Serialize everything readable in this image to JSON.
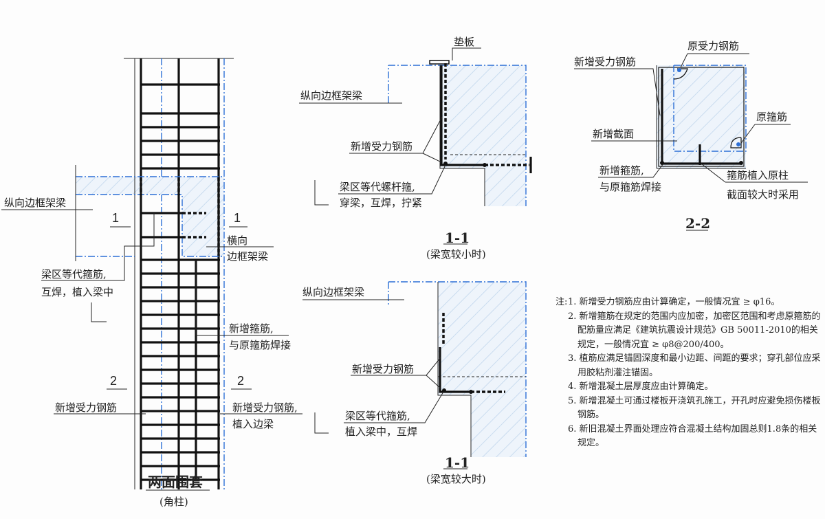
{
  "left_view": {
    "title": "两面围套",
    "subtitle": "(角柱)",
    "labels": {
      "longitudinal_beam": "纵向边框架梁",
      "transverse_beam_1": "横向",
      "transverse_beam_2": "边框架梁",
      "beam_stirrup_1": "梁区等代箍筋,",
      "beam_stirrup_2": "互焊，植入梁中",
      "new_stirrup_1": "新增箍筋,",
      "new_stirrup_2": "与原箍筋焊接",
      "new_rebar_left": "新增受力钢筋",
      "new_rebar_right_1": "新增受力钢筋,",
      "new_rebar_right_2": "植入边梁"
    },
    "section_marks": {
      "s1": "1",
      "s2": "2"
    }
  },
  "section_1_small": {
    "title": "1-1",
    "subtitle": "(梁宽较小时)",
    "labels": {
      "pad": "垫板",
      "longitudinal_beam": "纵向边框架梁",
      "new_rebar": "新增受力钢筋",
      "bolt_1": "梁区等代螺杆箍,",
      "bolt_2": "穿梁，互焊，拧紧"
    }
  },
  "section_1_large": {
    "title": "1-1",
    "subtitle": "(梁宽较大时)",
    "labels": {
      "longitudinal_beam": "纵向边框架梁",
      "new_rebar": "新增受力钢筋",
      "stirrup_1": "梁区等代箍筋,",
      "stirrup_2": "植入梁中，互焊"
    }
  },
  "section_2": {
    "title": "2-2",
    "labels": {
      "new_rebar": "新增受力钢筋",
      "orig_rebar": "原受力钢筋",
      "orig_stirrup": "原箍筋",
      "new_section": "新增截面",
      "new_stirrup_1": "新增箍筋,",
      "new_stirrup_2": "与原箍筋焊接",
      "plant_1": "箍筋植入原柱",
      "plant_2": "截面较大时采用"
    }
  },
  "notes": {
    "heading": "注:",
    "items": [
      "1. 新增受力钢筋应由计算确定，一般情况宜 ≥ φ16。",
      "2. 新增箍筋在规定的范围内应加密，加密区范围和考虑原箍筋的配筋量应满足《建筑抗震设计规范》GB 50011-2010的相关规定，一般情况宜 ≥ φ8@200/400。",
      "3. 植筋应满足锚固深度和最小边距、间距的要求；穿孔部位应采用胶粘剂灌注锚固。",
      "4. 新增混凝土层厚度应由计算确定。",
      "5. 新增混凝土可通过楼板开浇筑孔施工，开孔时应避免损伤楼板钢筋。",
      "6. 新旧混凝土界面处理应符合混凝土结构加固总则1.8条的相关规定。"
    ]
  },
  "colors": {
    "axis_blue": "#2c6fd6",
    "hatch": "#c9dcef"
  }
}
